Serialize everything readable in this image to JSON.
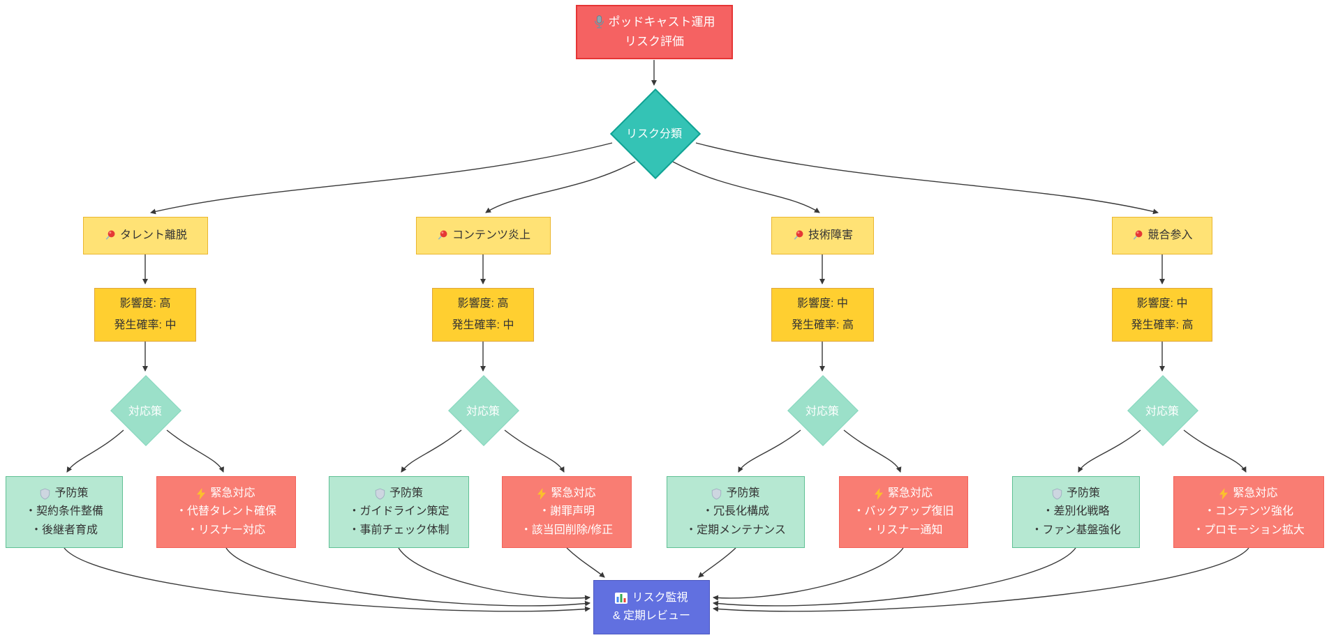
{
  "diagram": {
    "root": {
      "line1": "ポッドキャスト運用",
      "line2": "リスク評価"
    },
    "classification_label": "リスク分類",
    "decision_label": "対応策",
    "branches": [
      {
        "category": "タレント離脱",
        "impact": "影響度: 高",
        "probability": "発生確率: 中",
        "prevention": {
          "title": "予防策",
          "items": [
            "・契約条件整備",
            "・後継者育成"
          ]
        },
        "emergency": {
          "title": "緊急対応",
          "items": [
            "・代替タレント確保",
            "・リスナー対応"
          ]
        }
      },
      {
        "category": "コンテンツ炎上",
        "impact": "影響度: 高",
        "probability": "発生確率: 中",
        "prevention": {
          "title": "予防策",
          "items": [
            "・ガイドライン策定",
            "・事前チェック体制"
          ]
        },
        "emergency": {
          "title": "緊急対応",
          "items": [
            "・謝罪声明",
            "・該当回削除/修正"
          ]
        }
      },
      {
        "category": "技術障害",
        "impact": "影響度: 中",
        "probability": "発生確率: 高",
        "prevention": {
          "title": "予防策",
          "items": [
            "・冗長化構成",
            "・定期メンテナンス"
          ]
        },
        "emergency": {
          "title": "緊急対応",
          "items": [
            "・バックアップ復旧",
            "・リスナー通知"
          ]
        }
      },
      {
        "category": "競合参入",
        "impact": "影響度: 中",
        "probability": "発生確率: 高",
        "prevention": {
          "title": "予防策",
          "items": [
            "・差別化戦略",
            "・ファン基盤強化"
          ]
        },
        "emergency": {
          "title": "緊急対応",
          "items": [
            "・コンテンツ強化",
            "・プロモーション拡大"
          ]
        }
      }
    ],
    "monitor": {
      "line1": "リスク監視",
      "line2": "& 定期レビュー"
    },
    "icons": {
      "root": "microphone-icon",
      "category": "pushpin-icon",
      "prevention": "shield-icon",
      "emergency": "lightning-icon",
      "monitor": "bar-chart-icon"
    },
    "colors": {
      "root_fill": "#f56262",
      "root_border": "#e53535",
      "classification_fill": "#34c3b5",
      "classification_border": "#0fa293",
      "category_fill": "#ffe275",
      "category_border": "#eab62e",
      "impact_fill": "#ffcf30",
      "impact_border": "#dfa53a",
      "decision_fill": "#9be0c9",
      "decision_border": "#86d6bd",
      "prevention_fill": "#b6e8d2",
      "prevention_border": "#5fc094",
      "emergency_fill": "#f97d73",
      "emergency_border": "#f26158",
      "monitor_fill": "#6170e0",
      "monitor_border": "#4b57bf",
      "edge": "#383838"
    }
  }
}
